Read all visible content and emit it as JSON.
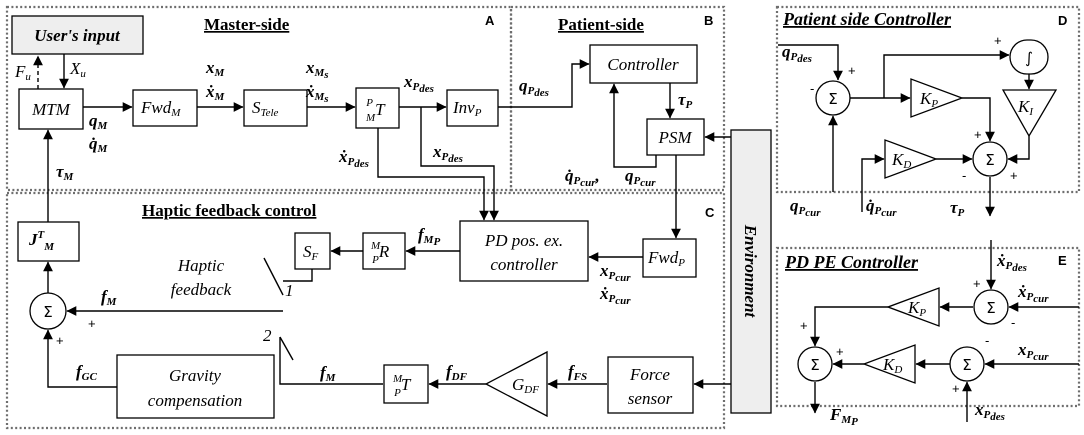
{
  "sections": {
    "master": {
      "title": "Master-side",
      "letter": "A"
    },
    "patient": {
      "title": "Patient-side",
      "letter": "B"
    },
    "haptic": {
      "title": "Haptic feedback control",
      "letter": "C"
    },
    "psc": {
      "title": "Patient side Controller",
      "letter": "D"
    },
    "pdpe": {
      "title": "PD PE Controller",
      "letter": "E"
    }
  },
  "blocks": {
    "user_input": "User's input",
    "mtm": "MTM",
    "fwd_m": {
      "main": "Fwd",
      "sub": "M"
    },
    "s_tele": {
      "main": "S",
      "sub": "Tele"
    },
    "mpt": {
      "pre_sup": "P",
      "pre_sub": "M",
      "main": "T"
    },
    "inv_p": {
      "main": "Inv",
      "sub": "P"
    },
    "controller": "Controller",
    "psm": "PSM",
    "fwd_p": {
      "main": "Fwd",
      "sub": "P"
    },
    "pd_controller": [
      "PD pos. ex.",
      "controller"
    ],
    "s_f": {
      "main": "S",
      "sub": "F"
    },
    "mpr": {
      "pre_sup": "M",
      "pre_sub": "P",
      "main": "R"
    },
    "jtm": {
      "main": "J",
      "sup": "T",
      "sub": "M"
    },
    "gravity": [
      "Gravity",
      "compensation"
    ],
    "force_sensor": [
      "Force",
      "sensor"
    ],
    "g_df": {
      "main": "G",
      "sub": "DF"
    },
    "mpt2": {
      "pre_sup": "M",
      "pre_sub": "P",
      "main": "T"
    },
    "environment": "Environment",
    "sum_symbol": "Σ",
    "integral_symbol": "∫",
    "kp": {
      "main": "K",
      "sub": "P"
    },
    "ki": {
      "main": "K",
      "sub": "I"
    },
    "kd": {
      "main": "K",
      "sub": "D"
    }
  },
  "signals": {
    "f_u": {
      "main": "F",
      "sub": "u"
    },
    "x_u": {
      "main": "X",
      "sub": "u"
    },
    "q_m": {
      "main": "q",
      "sub": "M"
    },
    "qdot_m": {
      "main": "q̇",
      "sub": "M"
    },
    "x_m": {
      "main": "x",
      "sub": "M"
    },
    "xdot_m": {
      "main": "ẋ",
      "sub": "M"
    },
    "x_ms": {
      "main": "x",
      "sub": "M",
      "subsub": "s"
    },
    "xdot_ms": {
      "main": "ẋ",
      "sub": "M",
      "subsub": "s"
    },
    "x_pdes": {
      "main": "x",
      "sub": "P",
      "subsub": "des"
    },
    "xdot_pdes": {
      "main": "ẋ",
      "sub": "P",
      "subsub": "des"
    },
    "q_pdes": {
      "main": "q",
      "sub": "P",
      "subsub": "des"
    },
    "tau_p": {
      "main": "τ",
      "sub": "P"
    },
    "tau_m": {
      "main": "τ",
      "sub": "M"
    },
    "qdot_pcur": {
      "main": "q̇",
      "sub": "P",
      "subsub": "cur"
    },
    "q_pcur": {
      "main": "q",
      "sub": "P",
      "subsub": "cur"
    },
    "x_pcur": {
      "main": "x",
      "sub": "P",
      "subsub": "cur"
    },
    "xdot_pcur": {
      "main": "ẋ",
      "sub": "P",
      "subsub": "cur"
    },
    "f_mp": {
      "main": "f",
      "sub": "M",
      "subsub": "P"
    },
    "cap_f_mp": {
      "main": "F",
      "sub": "M",
      "subsub": "P"
    },
    "f_m": {
      "main": "f",
      "sub": "M"
    },
    "f_gc": {
      "main": "f",
      "sub": "GC"
    },
    "f_df": {
      "main": "f",
      "sub": "DF"
    },
    "f_fs": {
      "main": "f",
      "sub": "FS"
    },
    "haptic_feedback": [
      "Haptic",
      "feedback"
    ],
    "switch_1": "1",
    "switch_2": "2",
    "comma": ",",
    "plus": "+",
    "minus": "-"
  }
}
